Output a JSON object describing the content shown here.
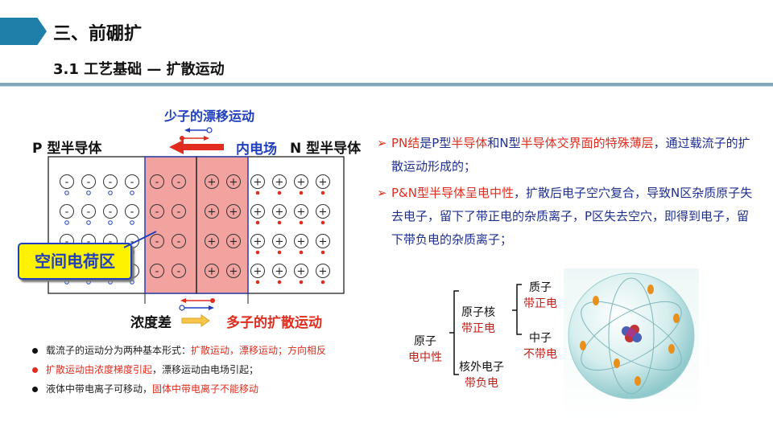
{
  "header": {
    "title": "三、前硼扩",
    "subtitle": "3.1 工艺基础 — 扩散运动"
  },
  "diagram": {
    "drift_title": "少子的漂移运动",
    "p_label": "P 型半导体",
    "n_label": "N 型半导体",
    "field_label": "内电场",
    "space_charge_label": "空间电荷区",
    "conc_label": "浓度差",
    "diffusion_label": "多子的扩散运动",
    "p_ion": "-",
    "n_ion": "+",
    "colors": {
      "red_fill": "#f2a3a0",
      "blue": "#1f3fbf",
      "red": "#e02d1f",
      "label_yellow": "#fff200"
    }
  },
  "bullets": [
    {
      "plain": "载流子的运动分为两种基本形式：",
      "red": "扩散运动，漂移运动；方向相反",
      "rest": ""
    },
    {
      "plain": "",
      "red": "扩散运动由浓度梯度引起",
      "rest": "，漂移运动由电场引起；"
    },
    {
      "plain": "液体中带电离子可移动，",
      "red": "固体中带电离子不能移动",
      "rest": ""
    }
  ],
  "right": {
    "p1_a": "PN结",
    "p1_b": "是P型",
    "p1_c": "半导体",
    "p1_d": "和N型",
    "p1_e": "半导体交界面的特殊薄层",
    "p1_f": "，通过载流子的扩散运动形成的；",
    "p2_a": "P&N型半导体呈电中性",
    "p2_b": "，扩散后电子空穴复合，导致N区杂质原子失去电子，留下了带正电的杂质离子，P区失去空穴，即得到电子，留下带负电的杂质离子；"
  },
  "tree": {
    "atom": "原子",
    "atom_sub": "电中性",
    "nucleus": "原子核",
    "nucleus_sub": "带正电",
    "electron": "核外电子",
    "electron_sub": "带负电",
    "proton": "质子",
    "proton_sub": "带正电",
    "neutron": "中子",
    "neutron_sub": "不带电"
  }
}
